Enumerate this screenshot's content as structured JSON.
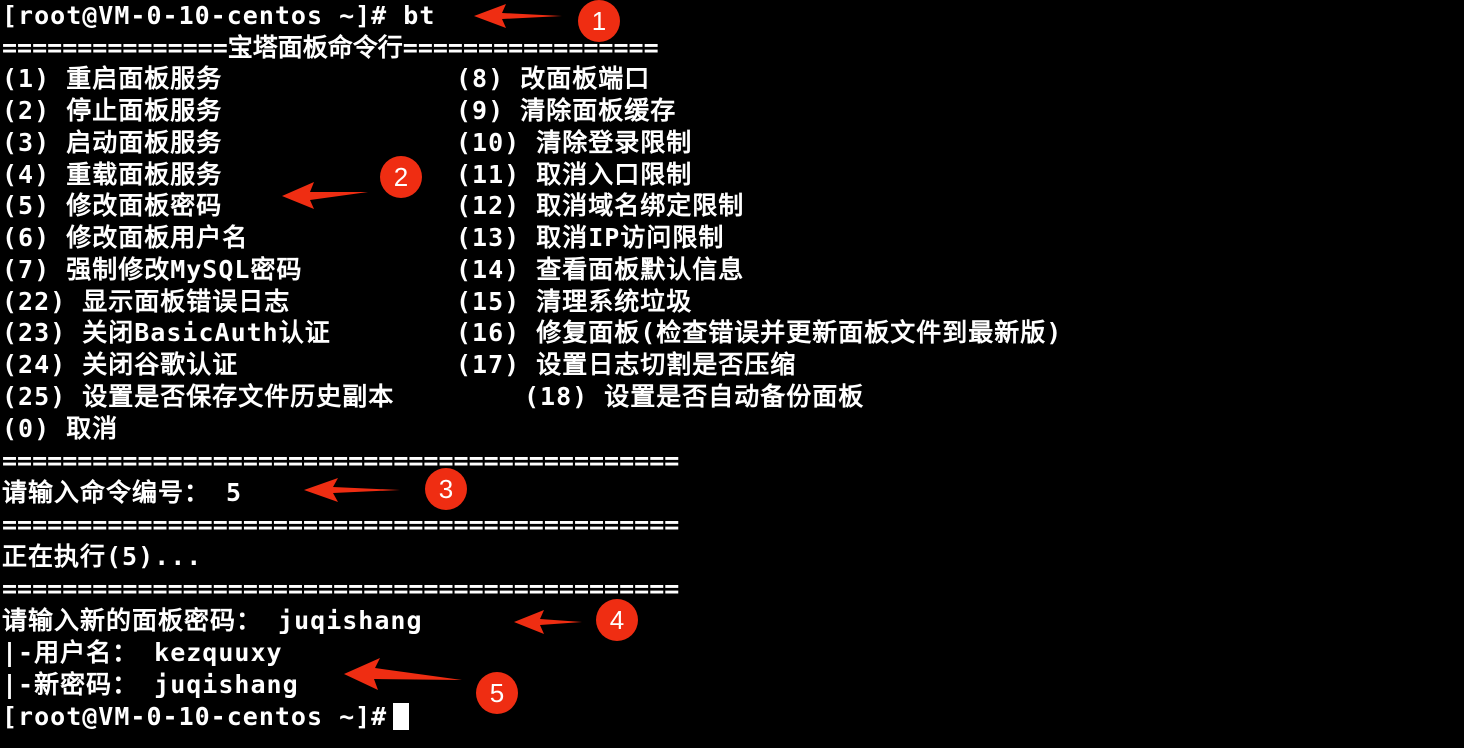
{
  "terminal": {
    "prompt_cmd": "[root@VM-0-10-centos ~]# bt",
    "header": "===============宝塔面板命令行=================",
    "menu_left": [
      "(1) 重启面板服务",
      "(2) 停止面板服务",
      "(3) 启动面板服务",
      "(4) 重载面板服务",
      "(5) 修改面板密码",
      "(6) 修改面板用户名",
      "(7) 强制修改MySQL密码",
      "(22) 显示面板错误日志",
      "(23) 关闭BasicAuth认证",
      "(24) 关闭谷歌认证",
      "(25) 设置是否保存文件历史副本",
      "(0) 取消"
    ],
    "menu_right": [
      "(8) 改面板端口",
      "(9) 清除面板缓存",
      "(10) 清除登录限制",
      "(11) 取消入口限制",
      "(12) 取消域名绑定限制",
      "(13) 取消IP访问限制",
      "(14) 查看面板默认信息",
      "(15) 清理系统垃圾",
      "(16) 修复面板(检查错误并更新面板文件到最新版)",
      "(17) 设置日志切割是否压缩",
      "(18) 设置是否自动备份面板"
    ],
    "separator": "=============================================",
    "prompt_number": "请输入命令编号： 5",
    "executing": "正在执行(5)...",
    "new_password_prompt": "请输入新的面板密码： juqishang",
    "username_line": "|-用户名： kezquuxy",
    "new_password_line": "|-新密码： juqishang",
    "final_prompt": "[root@VM-0-10-centos ~]#"
  },
  "annotations": {
    "color": "#ef2d12",
    "labels": [
      "1",
      "2",
      "3",
      "4",
      "5"
    ]
  }
}
